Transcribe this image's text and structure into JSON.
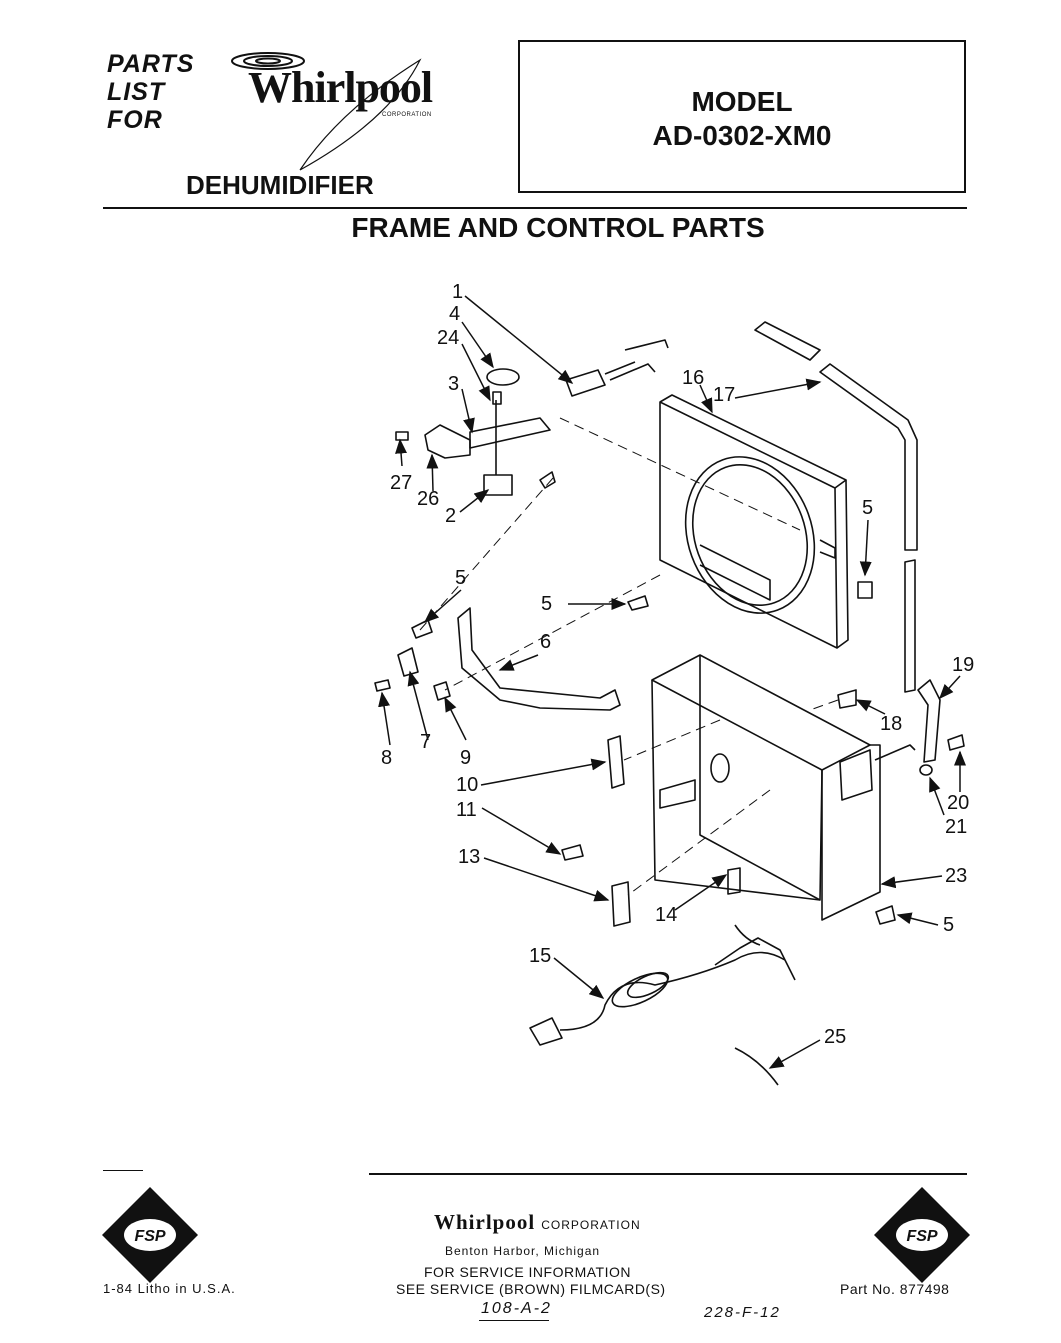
{
  "header": {
    "parts_line1": "PARTS",
    "parts_line2": "LIST",
    "parts_line3": "FOR",
    "brand": "Whirlpool",
    "brand_sub": "CORPORATION",
    "model_label": "MODEL",
    "model_number": "AD-0302-XM0",
    "product": "DEHUMIDIFIER"
  },
  "section_title": "FRAME  AND CONTROL PARTS",
  "callouts": [
    "1",
    "4",
    "24",
    "3",
    "27",
    "26",
    "2",
    "16",
    "17",
    "5",
    "5",
    "5",
    "6",
    "7",
    "8",
    "9",
    "19",
    "18",
    "10",
    "11",
    "20",
    "21",
    "13",
    "14",
    "23",
    "5",
    "15",
    "25"
  ],
  "footer": {
    "corp_name": "Whirlpool",
    "corp_suffix": "CORPORATION",
    "city": "Benton Harbor, Michigan",
    "service_line1": "FOR SERVICE INFORMATION",
    "service_line2": "SEE SERVICE (BROWN) FILMCARD(S)",
    "litho": "1-84  Litho in U.S.A.",
    "part_no": "Part No. 877498",
    "filmcard_1": "108-A-2",
    "filmcard_2": "228-F-12",
    "fsp_logo": "FSP"
  }
}
